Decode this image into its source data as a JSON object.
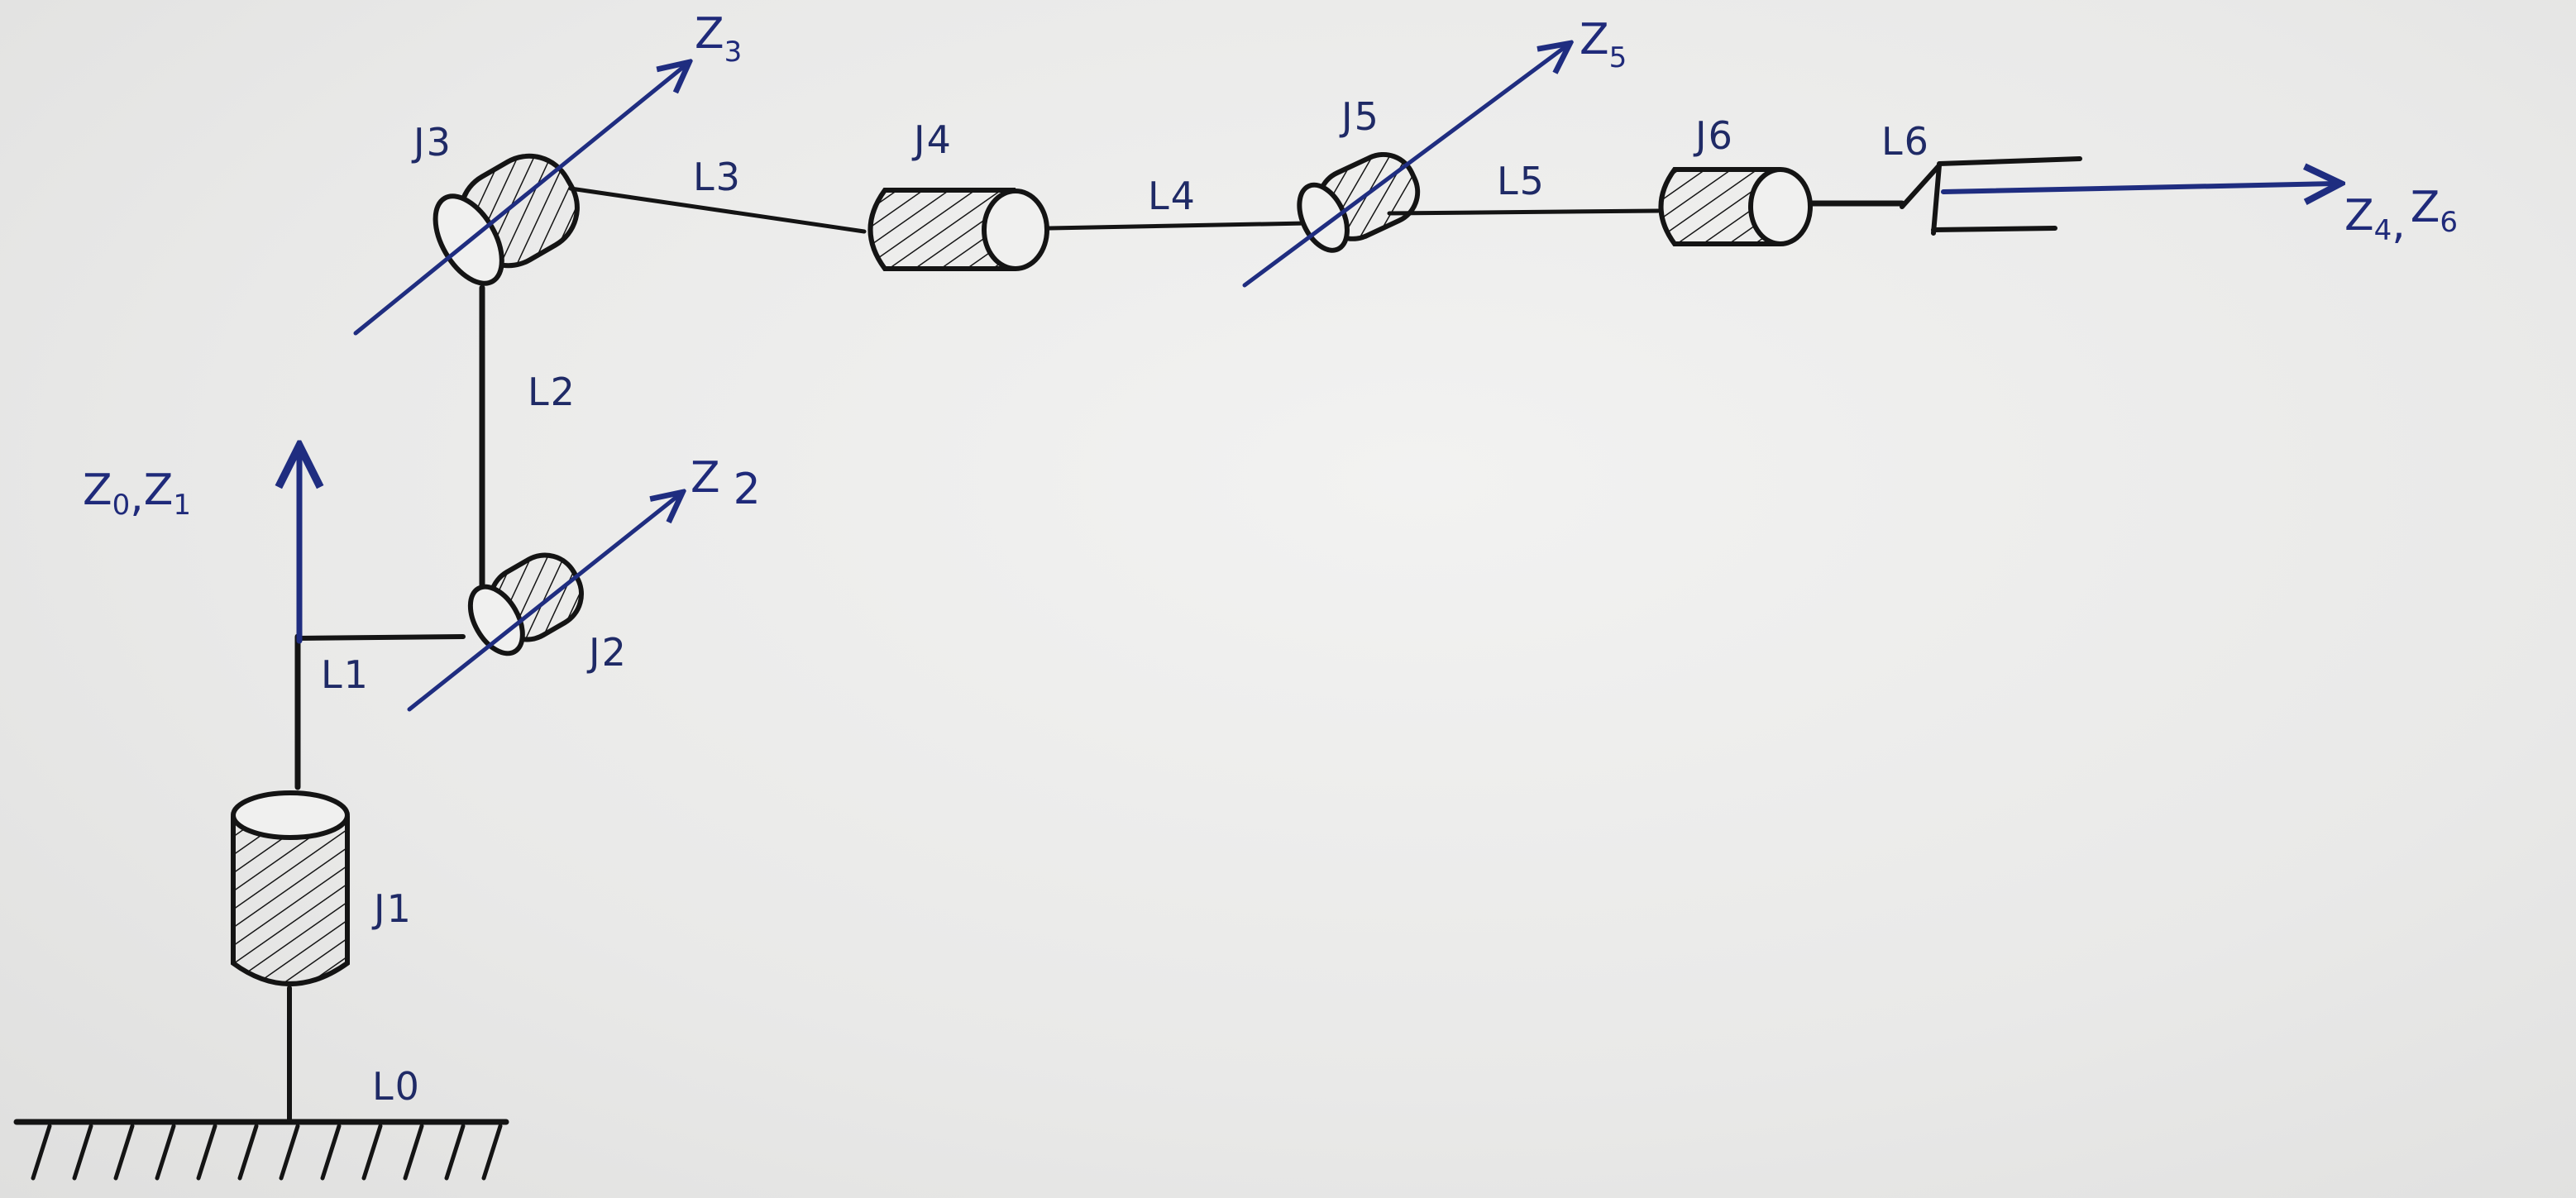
{
  "joints": {
    "j1": "J1",
    "j2": "J2",
    "j3": "J3",
    "j4": "J4",
    "j5": "J5",
    "j6": "J6"
  },
  "links": {
    "l0": "L0",
    "l1": "L1",
    "l2": "L2",
    "l3": "L3",
    "l4": "L4",
    "l5": "L5",
    "l6": "L6"
  },
  "axes": {
    "z01_a": "Z",
    "z01_a_sub": "0",
    "z01_sep": ",",
    "z01_b": "Z",
    "z01_b_sub": "1",
    "z2": "Z",
    "z2_sub": "2",
    "z3": "Z",
    "z3_sub": "3",
    "z5": "Z",
    "z5_sub": "5",
    "z46_a": "Z",
    "z46_a_sub": "4",
    "z46_sep": ",",
    "z46_b": "Z",
    "z46_b_sub": "6"
  },
  "colors": {
    "ink": "#141414",
    "axis_blue": "#1f2d80",
    "paper": "#ebebea"
  }
}
